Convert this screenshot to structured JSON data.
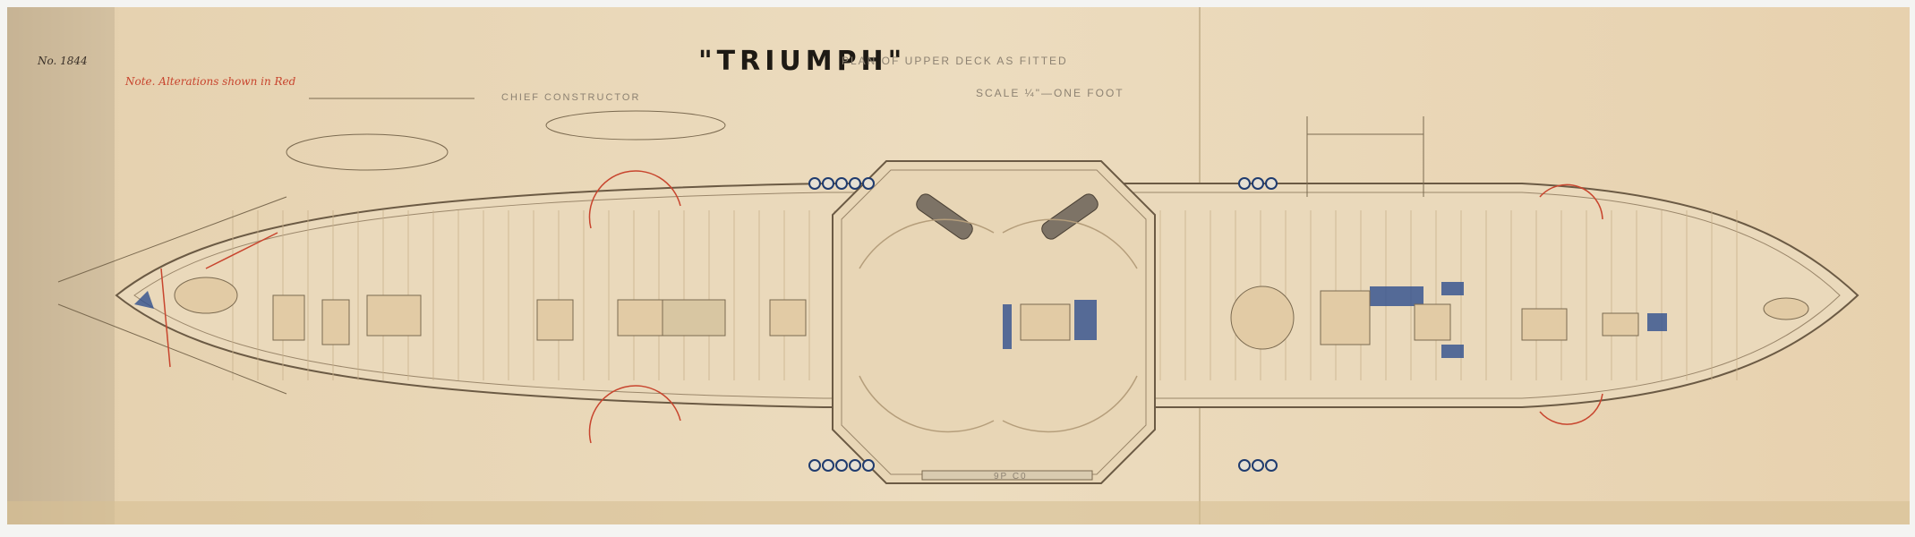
{
  "drawing": {
    "ship_name": "\"TRIUMPH\"",
    "subtitle": "PLAN OF UPPER DECK AS FITTED",
    "scale": "SCALE ¼\"—ONE FOOT",
    "signature_block": "CHIEF CONSTRUCTOR",
    "catalog_number": "No. 1844",
    "red_note": "Note. Alterations shown in Red",
    "battery_label": "9P C0",
    "colors": {
      "paper": "#e9d7b7",
      "ink": "#5b4a36",
      "red_ink": "#c8452e",
      "blue_wash": "#2f4f8f"
    }
  }
}
